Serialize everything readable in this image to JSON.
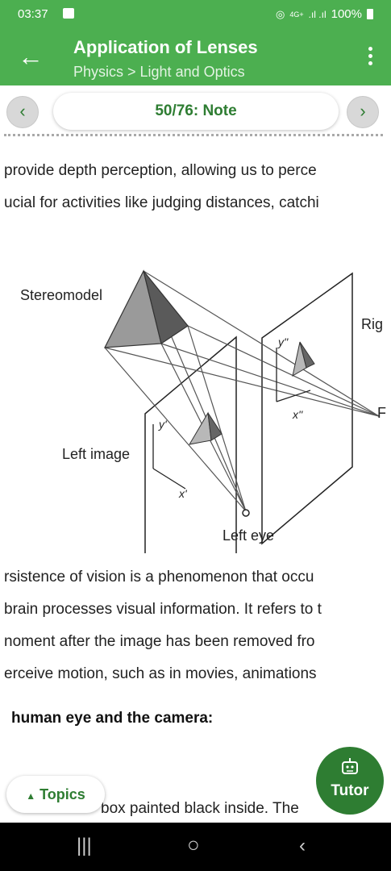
{
  "status": {
    "time": "03:37",
    "network": "4G+",
    "battery": "100%"
  },
  "appbar": {
    "title": "Application of Lenses",
    "breadcrumb": "Physics > Light and Optics"
  },
  "nav": {
    "position": "50/76: Note",
    "prev_icon": "chevron-left",
    "next_icon": "chevron-right"
  },
  "content": {
    "lines_top": [
      "provide depth perception, allowing us to perce",
      "ucial for activities like judging distances, catchi"
    ],
    "figure_labels": {
      "stereomodel": "Stereomodel",
      "left_image": "Left image",
      "left_eye": "Left eye",
      "right_image": "Rig",
      "right_eye": "F",
      "y1": "y'",
      "x1": "x'",
      "y2": "y''",
      "x2": "x''"
    },
    "lines_mid": [
      "rsistence of vision is a phenomenon that occu",
      "brain processes visual information. It refers to t",
      "noment after the image has been removed fro",
      "erceive motion, such as in movies, animations"
    ],
    "heading": "human eye and the camera:",
    "line_bottom": "box painted black inside. The"
  },
  "topics_button": {
    "label": "Topics"
  },
  "tutor_button": {
    "label": "Tutor"
  },
  "colors": {
    "primary": "#4caf50",
    "accent": "#2e7d32"
  }
}
